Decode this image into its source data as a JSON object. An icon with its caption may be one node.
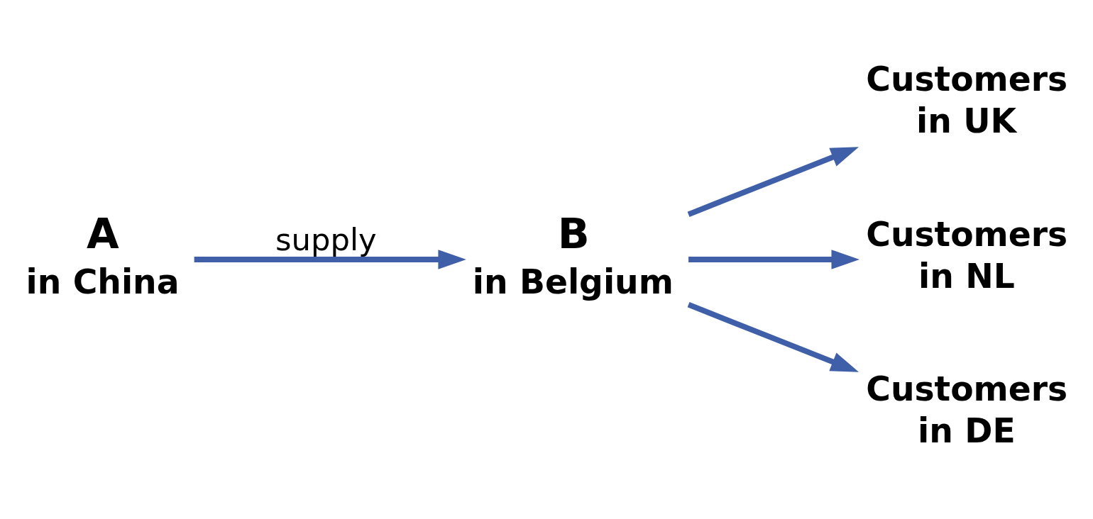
{
  "diagram": {
    "nodes": [
      {
        "text": [
          "A",
          "in China"
        ]
      },
      {
        "text": [
          "B",
          "in Belgium"
        ]
      },
      {
        "text": [
          "Customers",
          "in UK"
        ]
      },
      {
        "text": [
          "Customers",
          "in NL"
        ]
      },
      {
        "text": [
          "Customers",
          "in DE"
        ]
      }
    ],
    "edges": [
      {
        "from": 0,
        "to": 1,
        "arrow": "to",
        "label": "supply"
      },
      {
        "from": 1,
        "to": 2,
        "arrow": "to"
      },
      {
        "from": 1,
        "to": 3,
        "arrow": "to"
      },
      {
        "from": 1,
        "to": 4,
        "arrow": "to"
      }
    ]
  }
}
